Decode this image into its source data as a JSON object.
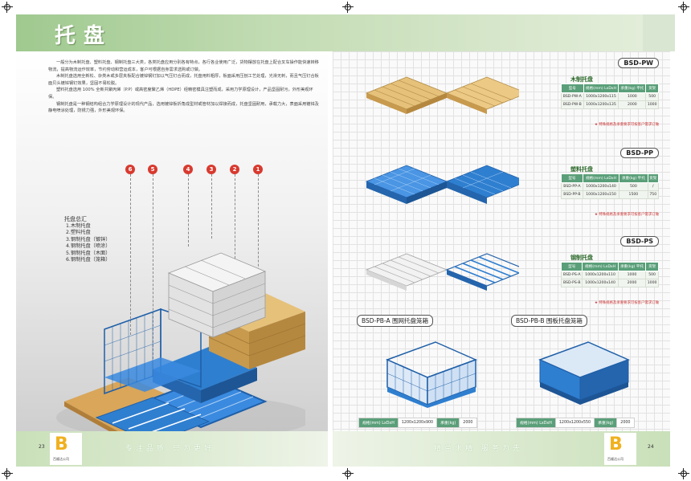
{
  "header": {
    "title": "托盘"
  },
  "intro": [
    "一般分为木制托盘、塑料托盘、钢制托盘三大类，各类托盘应用分别各有特点，各行各业使用广泛，货物摆放在托盘上配合叉车操作能快速转移物流，提高物流运作效率，节约劳动和营运成本，客户可根据自身需求选购或订做。",
    "木制托盘选用全新松、杂类木或多层夹板配合镀锌钢钉加以气压钉合而成，托盘用料粗厚，板面采用压刨工艺处理，光滑无刺，而且气压钉合板面贝头镀锌钢钉效果，坚固不易松脱。",
    "塑料托盘选用 100% 全新共聚丙烯（P.P）或高密度聚乙烯（HDPE）经精密模具注塑而成，采用力学原理设计，产品坚固耐污，外形美观环保。",
    "钢制托盘是一种钢结构组合力学原理设计的现代产品，选用镀锌板折角成型材或管材加以焊接而成，托盘坚固耐用，承载力大，表面采用镀锌及静电喷涂处理，防锈力强，外形美观环保。"
  ],
  "summary": {
    "title": "托盘总汇",
    "items": [
      "1.木制托盘",
      "2.塑料托盘",
      "3.钢制托盘（镀锌）",
      "4.钢制托盘（喷涂）",
      "5.钢制托盘（木面）",
      "6.钢制托盘（笼箱）"
    ],
    "badges": [
      "6",
      "5",
      "4",
      "3",
      "2",
      "1"
    ]
  },
  "products": [
    {
      "code": "BSD-PW",
      "name": "木制托盘",
      "headers": [
        "型号",
        "规格(mm) LxDxH",
        "承重(kg) 平托",
        "货架"
      ],
      "rows": [
        [
          "BSD-PW-A",
          "1000x1200x115",
          "1000",
          "500"
        ],
        [
          "BSD-PW-B",
          "1000x1200x135",
          "2000",
          "1000"
        ]
      ],
      "note": "★ 特殊规格及承重要求可按客户需求订做"
    },
    {
      "code": "BSD-PP",
      "name": "塑料托盘",
      "headers": [
        "型号",
        "规格(mm) LxDxH",
        "承重(kg) 平托",
        "货架"
      ],
      "rows": [
        [
          "BSD-PP-A",
          "1000x1200x140",
          "500",
          "/"
        ],
        [
          "BSD-PP-B",
          "1000x1200x150",
          "1500",
          "750"
        ]
      ],
      "note": "★ 特殊规格及承重要求可按客户需求订做"
    },
    {
      "code": "BSD-PS",
      "name": "钢制托盘",
      "headers": [
        "型号",
        "规格(mm) LxDxH",
        "承重(kg) 平托",
        "货架"
      ],
      "rows": [
        [
          "BSD-PS-A",
          "1000x1200x110",
          "1000",
          "500"
        ],
        [
          "BSD-PS-B",
          "1000x1200x140",
          "2000",
          "1000"
        ]
      ],
      "note": "★ 特殊规格及承重要求可按客户需求订做"
    }
  ],
  "cages": [
    {
      "label": "BSD-PB-A 围网托盘笼箱",
      "spec_key": "规格(mm) LxDxH",
      "spec_val": "1200x1200x900",
      "load_key": "承重(kg)",
      "load_val": "2000"
    },
    {
      "label": "BSD-PB-B 围板托盘笼箱",
      "spec_key": "规格(mm) LxDxH",
      "spec_val": "1200x1200x550",
      "load_key": "承重(kg)",
      "load_val": "2000"
    }
  ],
  "footer": {
    "slogan_left": "专注品质 只为更好",
    "slogan_right": "精益求精 服务为先",
    "page_left": "23",
    "page_right": "24",
    "logo_text": "百顺达公司"
  },
  "colors": {
    "band_green": "#9fc98f",
    "table_green": "#5a9f79",
    "badge_red": "#d83a2f",
    "pallet_blue": "#2f7fd0",
    "wood": "#e6c17a"
  }
}
